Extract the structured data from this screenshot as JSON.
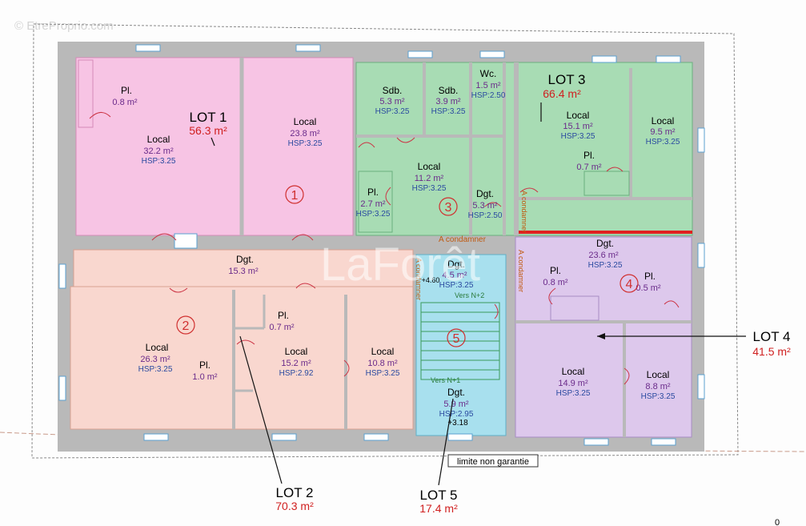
{
  "watermark": {
    "site": "© EtreProprio.com",
    "agency": "LaForêt"
  },
  "lots": {
    "lot1": {
      "label": "LOT 1",
      "area": "56.3 m²",
      "num": "1"
    },
    "lot2": {
      "label": "LOT 2",
      "area": "70.3 m²",
      "num": "2"
    },
    "lot3": {
      "label": "LOT 3",
      "area": "66.4 m²",
      "num": "3"
    },
    "lot4": {
      "label": "LOT 4",
      "area": "41.5 m²",
      "num": "4"
    },
    "lot5": {
      "label": "LOT 5",
      "area": "17.4 m²",
      "num": "5"
    }
  },
  "rooms": {
    "pl1": {
      "name": "Pl.",
      "area": "0.8 m²"
    },
    "l1a": {
      "name": "Local",
      "area": "32.2 m²",
      "hsp": "HSP:3.25"
    },
    "l1b": {
      "name": "Local",
      "area": "23.8 m²",
      "hsp": "HSP:3.25"
    },
    "sdb1": {
      "name": "Sdb.",
      "area": "5.3 m²",
      "hsp": "HSP:3.25"
    },
    "sdb2": {
      "name": "Sdb.",
      "area": "3.9 m²",
      "hsp": "HSP:3.25"
    },
    "wc": {
      "name": "Wc.",
      "area": "1.5 m²",
      "hsp": "HSP:2.50"
    },
    "l3a": {
      "name": "Local",
      "area": "11.2 m²",
      "hsp": "HSP:3.25"
    },
    "pl3": {
      "name": "Pl.",
      "area": "2.7 m²",
      "hsp": "HSP:3.25"
    },
    "dgt3": {
      "name": "Dgt.",
      "area": "5.3 m²",
      "hsp": "HSP:2.50"
    },
    "l3b": {
      "name": "Local",
      "area": "15.1 m²",
      "hsp": "HSP:3.25"
    },
    "l3c": {
      "name": "Local",
      "area": "9.5 m²",
      "hsp": "HSP:3.25"
    },
    "pl3b": {
      "name": "Pl.",
      "area": "0.7 m²"
    },
    "dgt2": {
      "name": "Dgt.",
      "area": "15.3 m²"
    },
    "pl2a": {
      "name": "Pl.",
      "area": "0.7 m²"
    },
    "l2a": {
      "name": "Local",
      "area": "26.3 m²",
      "hsp": "HSP:3.25"
    },
    "pl2b": {
      "name": "Pl.",
      "area": "1.0 m²"
    },
    "l2b": {
      "name": "Local",
      "area": "15.2 m²",
      "hsp": "HSP:2.92"
    },
    "l2c": {
      "name": "Local",
      "area": "10.8 m²",
      "hsp": "HSP:3.25"
    },
    "dgt5a": {
      "name": "Dgt.",
      "area": "4.5 m²",
      "hsp": "HSP:3.25",
      "extra": "+4.60"
    },
    "dgt5b": {
      "name": "Dgt.",
      "area": "5.9 m²",
      "hsp": "HSP:2.95",
      "extra": "+3.18"
    },
    "dgt4": {
      "name": "Dgt.",
      "area": "23.6 m²",
      "hsp": "HSP:3.25"
    },
    "pl4a": {
      "name": "Pl.",
      "area": "0.8 m²"
    },
    "pl4b": {
      "name": "Pl.",
      "area": "0.5 m²"
    },
    "l4a": {
      "name": "Local",
      "area": "14.9 m²",
      "hsp": "HSP:3.25"
    },
    "l4b": {
      "name": "Local",
      "area": "8.8 m²",
      "hsp": "HSP:3.25"
    }
  },
  "notes": {
    "condamner": "A condamner",
    "vers_n2": "Vers N+2",
    "vers_n1": "Vers N+1",
    "limite": "limite non garantie",
    "corner": "0"
  },
  "colors": {
    "lot1": "#f7c4e4",
    "lot2": "#f9d7cf",
    "lot3": "#a8dcb4",
    "lot4": "#ddc8ec",
    "lot5": "#a8e0ee",
    "wall": "#b9b9b9"
  }
}
